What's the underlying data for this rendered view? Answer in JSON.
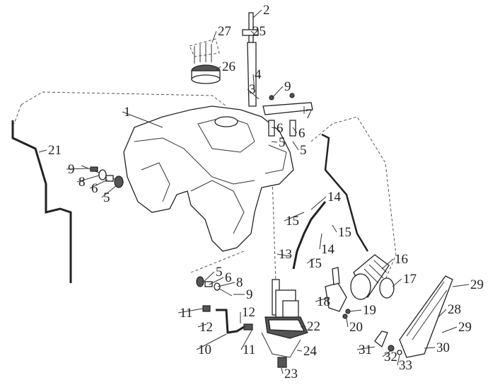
{
  "diagram": {
    "type": "exploded-parts-diagram",
    "callouts": [
      "2",
      "25",
      "27",
      "26",
      "4",
      "3",
      "9",
      "7",
      "6",
      "6",
      "5",
      "5",
      "1",
      "21",
      "9",
      "8",
      "6",
      "5",
      "14",
      "15",
      "15",
      "13",
      "14",
      "15",
      "16",
      "17",
      "18",
      "19",
      "20",
      "5",
      "6",
      "8",
      "9",
      "11",
      "12",
      "12",
      "22",
      "10",
      "11",
      "24",
      "23",
      "29",
      "28",
      "29",
      "30",
      "31",
      "32",
      "33"
    ]
  }
}
